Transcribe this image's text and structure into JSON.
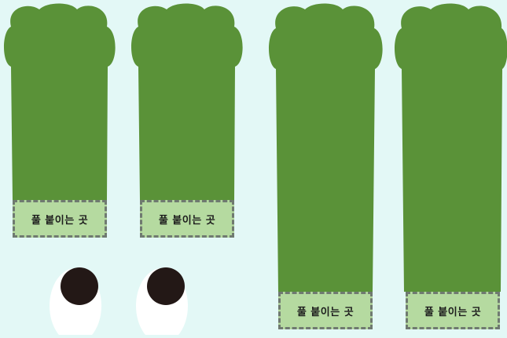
{
  "glue_tabs": [
    {
      "label": "풀 붙이는 곳"
    },
    {
      "label": "풀 붙이는 곳"
    },
    {
      "label": "풀 붙이는 곳"
    },
    {
      "label": "풀 붙이는 곳"
    }
  ],
  "colors": {
    "background": "#e3f8f6",
    "paw_green": "#5a9238",
    "tab_fill": "#b5daa0",
    "tab_border": "#6f7a70",
    "eye_white": "#ffffff",
    "pupil": "#231816"
  }
}
